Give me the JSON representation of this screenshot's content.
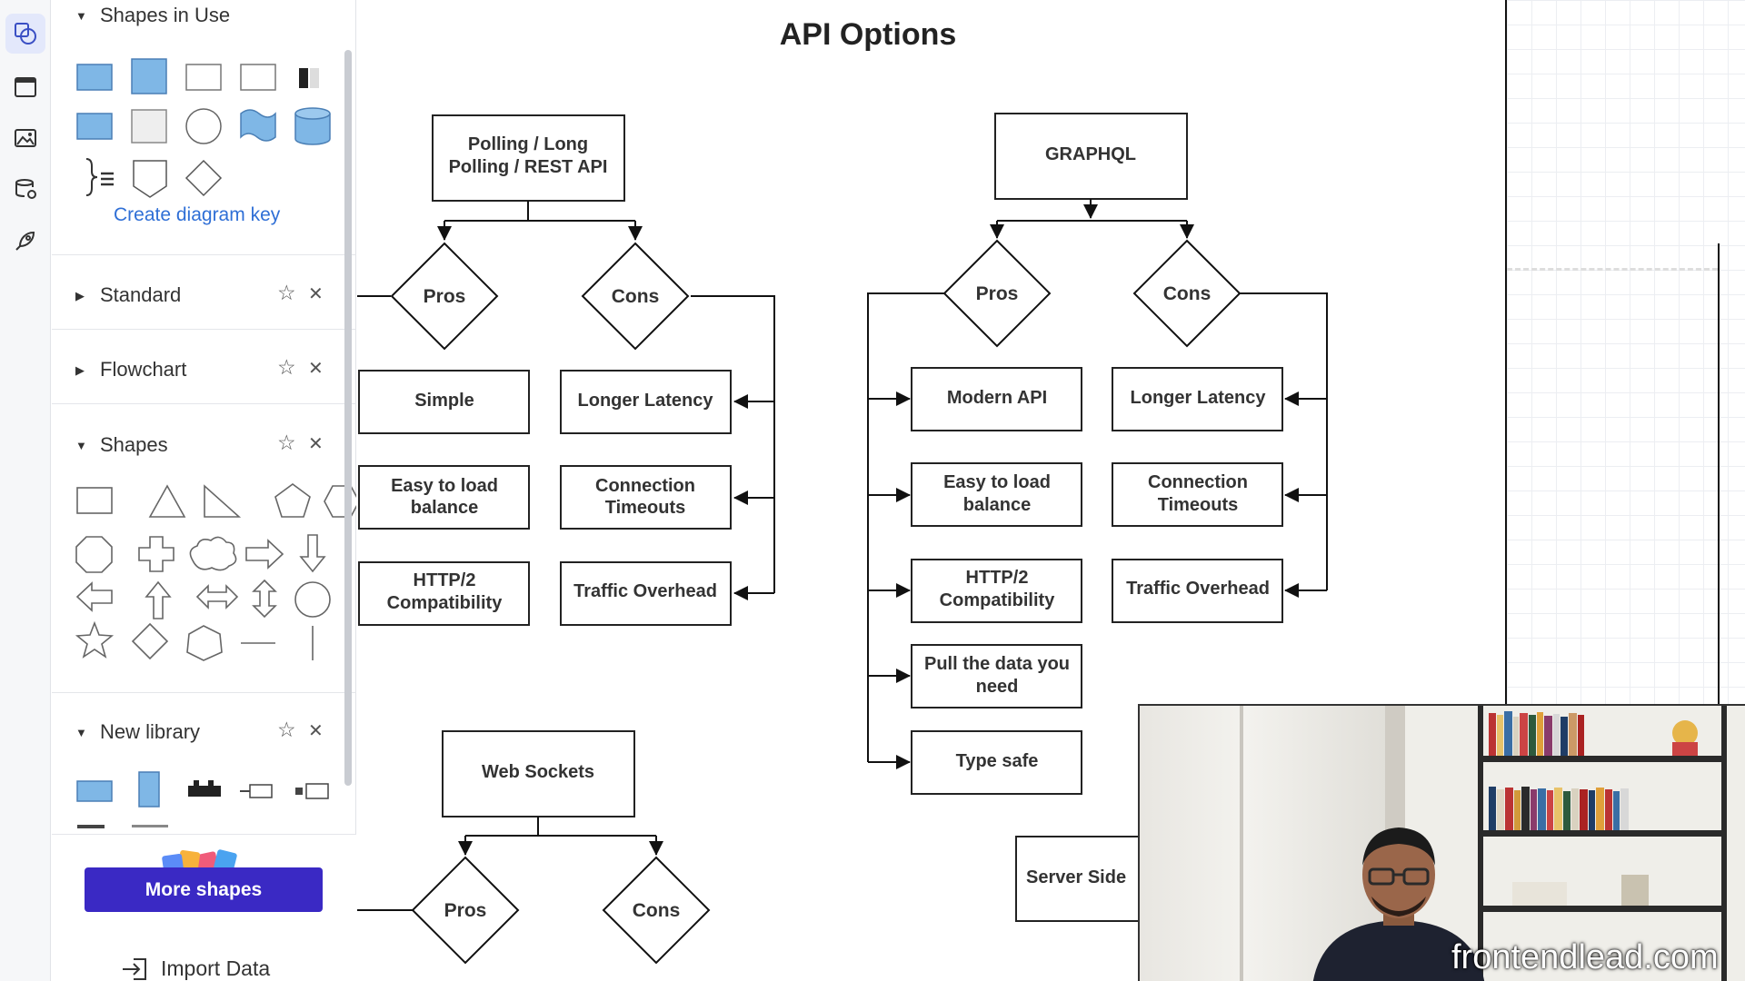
{
  "panel": {
    "shapes_in_use_title": "Shapes in Use",
    "create_key_label": "Create diagram key",
    "sections": [
      {
        "title": "Standard",
        "expanded": false
      },
      {
        "title": "Flowchart",
        "expanded": false
      },
      {
        "title": "Shapes",
        "expanded": true
      },
      {
        "title": "New library",
        "expanded": true
      }
    ],
    "more_shapes_label": "More shapes",
    "import_label": "Import Data"
  },
  "diagram": {
    "title": "API Options",
    "polling": {
      "title_line1": "Polling / Long",
      "title_line2": "Polling / REST API",
      "pros": "Pros",
      "cons": "Cons",
      "pros_items": [
        {
          "l1": "Simple",
          "l2": ""
        },
        {
          "l1": "Easy to load",
          "l2": "balance"
        },
        {
          "l1": "HTTP/2",
          "l2": "Compatibility"
        }
      ],
      "cons_items": [
        {
          "l1": "Longer Latency",
          "l2": ""
        },
        {
          "l1": "Connection",
          "l2": "Timeouts"
        },
        {
          "l1": "Traffic Overhead",
          "l2": ""
        }
      ]
    },
    "graphql": {
      "title": "GRAPHQL",
      "pros": "Pros",
      "cons": "Cons",
      "pros_items": [
        {
          "l1": "Modern API",
          "l2": ""
        },
        {
          "l1": "Easy to load",
          "l2": "balance"
        },
        {
          "l1": "HTTP/2",
          "l2": "Compatibility"
        },
        {
          "l1": "Pull the data you",
          "l2": "need"
        },
        {
          "l1": "Type safe",
          "l2": ""
        }
      ],
      "cons_items": [
        {
          "l1": "Longer Latency",
          "l2": ""
        },
        {
          "l1": "Connection",
          "l2": "Timeouts"
        },
        {
          "l1": "Traffic Overhead",
          "l2": ""
        }
      ]
    },
    "websockets": {
      "title": "Web Sockets",
      "pros": "Pros",
      "cons": "Cons"
    },
    "server_side": "Server Side"
  },
  "webcam": {
    "brand": "frontendlead.com"
  },
  "colors": {
    "accent": "#3a29c4",
    "link": "#2f6fd6",
    "shape_fill": "#7fb7e6"
  }
}
